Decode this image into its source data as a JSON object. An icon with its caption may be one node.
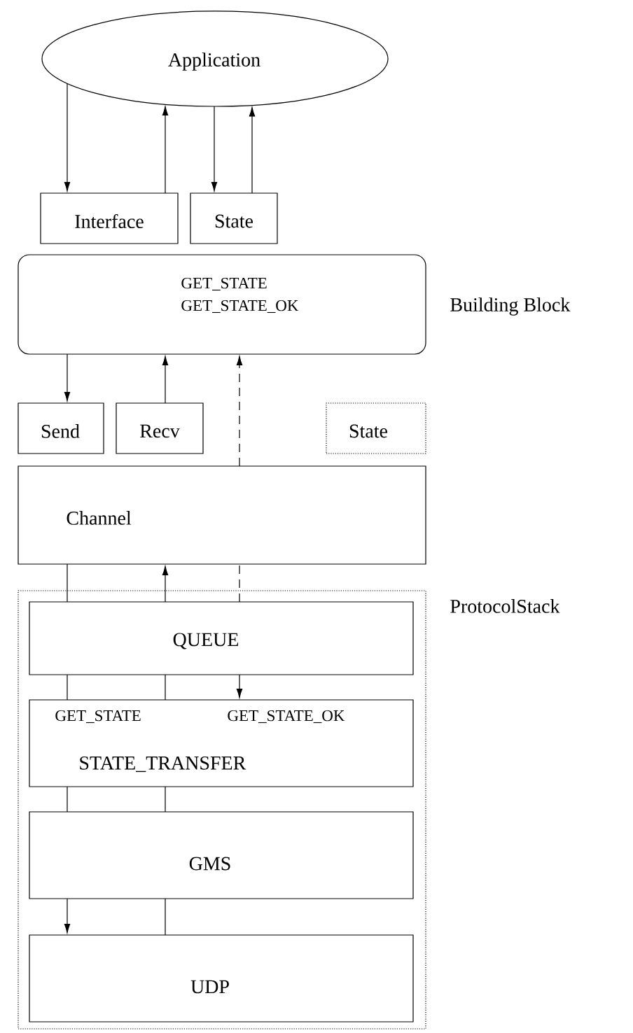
{
  "diagram": {
    "nodes": [
      {
        "text": [
          "Application"
        ]
      },
      {
        "text": [
          "Interface"
        ]
      },
      {
        "text": [
          "State"
        ]
      },
      {
        "text": [
          "GET_STATE",
          "GET_STATE_OK",
          "Building Block"
        ]
      },
      {
        "text": [
          "Send"
        ]
      },
      {
        "text": [
          "Recv"
        ]
      },
      {
        "text": [
          "State"
        ]
      },
      {
        "text": [
          "Channel"
        ]
      },
      {
        "text": [
          "ProtocolStack"
        ]
      },
      {
        "text": [
          "QUEUE"
        ],
        "in": 8
      },
      {
        "text": [
          "GET_STATE",
          "GET_STATE_OK",
          "STATE_TRANSFER"
        ],
        "in": 8
      },
      {
        "text": [
          "GMS"
        ],
        "in": 8
      },
      {
        "text": [
          "UDP"
        ],
        "in": 8
      }
    ],
    "edges": [
      {
        "from": 0,
        "to": 1,
        "arrow": "to"
      },
      {
        "from": 1,
        "to": 0,
        "arrow": "to"
      },
      {
        "from": 0,
        "to": 2,
        "arrow": "to"
      },
      {
        "from": 2,
        "to": 0,
        "arrow": "to"
      },
      {
        "from": 3,
        "to": 4,
        "arrow": "to"
      },
      {
        "from": 5,
        "to": 3,
        "arrow": "to"
      },
      {
        "from": 7,
        "to": 3,
        "arrow": "to",
        "style": "dashed"
      },
      {
        "from": 7,
        "to": 9,
        "arrow": "none"
      },
      {
        "from": 9,
        "to": 7,
        "arrow": "to"
      },
      {
        "from": 9,
        "to": 7,
        "arrow": "none",
        "style": "dashed"
      },
      {
        "from": 9,
        "to": 10,
        "arrow": "none"
      },
      {
        "from": 9,
        "to": 10,
        "arrow": "none"
      },
      {
        "from": 9,
        "to": 10,
        "arrow": "to"
      },
      {
        "from": 10,
        "to": 11,
        "arrow": "none"
      },
      {
        "from": 10,
        "to": 11,
        "arrow": "none"
      },
      {
        "from": 11,
        "to": 12,
        "arrow": "to"
      },
      {
        "from": 11,
        "to": 12,
        "arrow": "none"
      }
    ]
  }
}
